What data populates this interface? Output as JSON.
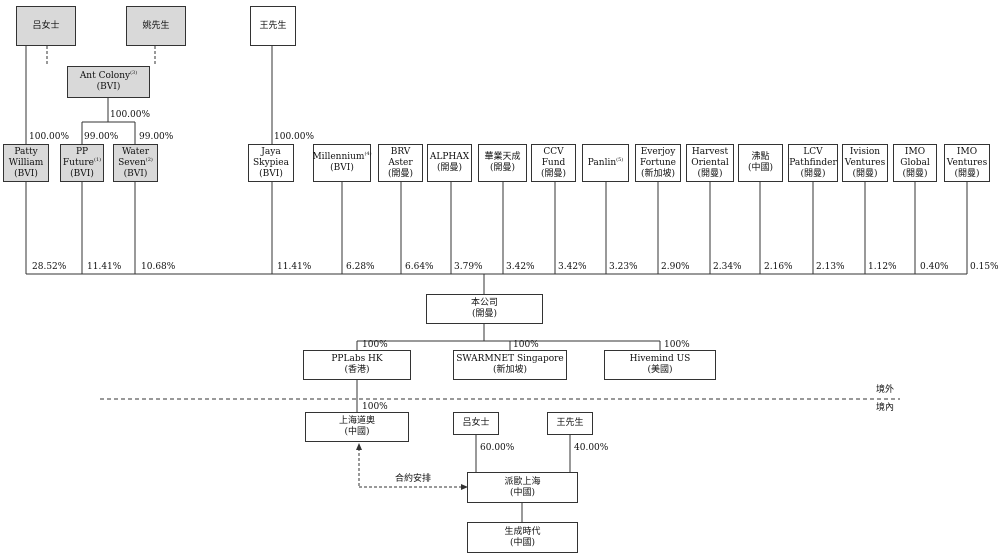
{
  "persons": {
    "lv": "吕女士",
    "yao": "姚先生",
    "wang": "王先生"
  },
  "ant_colony": {
    "name": "Ant Colony",
    "note": "(3)",
    "place": "(BVI)",
    "pct": "100.00%"
  },
  "direct_pcts": {
    "lv_patty": "100.00%",
    "pp_future": "99.00%",
    "water_seven": "99.00%",
    "wang_jaya": "100.00%"
  },
  "shareholders": [
    {
      "lines": [
        "Patty",
        "William",
        "(BVI)"
      ],
      "note": "",
      "pct": "28.52%"
    },
    {
      "lines": [
        "PP",
        "Future",
        "(BVI)"
      ],
      "note": "(1)",
      "pct": "11.41%"
    },
    {
      "lines": [
        "Water",
        "Seven",
        "(BVI)"
      ],
      "note": "(2)",
      "pct": "10.68%"
    },
    {
      "lines": [
        "Jaya",
        "Skypiea",
        "(BVI)"
      ],
      "note": "",
      "pct": "11.41%"
    },
    {
      "lines": [
        "Millennium",
        "(BVI)"
      ],
      "note": "(4)",
      "pct": "6.28%"
    },
    {
      "lines": [
        "BRV",
        "Aster",
        "(開曼)"
      ],
      "note": "",
      "pct": "6.64%"
    },
    {
      "lines": [
        "ALPHAX",
        "(開曼)"
      ],
      "note": "",
      "pct": "3.79%"
    },
    {
      "lines": [
        "華業天成",
        "(開曼)"
      ],
      "note": "",
      "pct": "3.42%"
    },
    {
      "lines": [
        "CCV",
        "Fund",
        "(開曼)"
      ],
      "note": "",
      "pct": "3.42%"
    },
    {
      "lines": [
        "Panlin"
      ],
      "note": "(5)",
      "pct": "3.23%"
    },
    {
      "lines": [
        "Everjoy",
        "Fortune",
        "(新加坡)"
      ],
      "note": "",
      "pct": "2.90%"
    },
    {
      "lines": [
        "Harvest",
        "Oriental",
        "(開曼)"
      ],
      "note": "",
      "pct": "2.34%"
    },
    {
      "lines": [
        "沸點",
        "(中國)"
      ],
      "note": "",
      "pct": "2.16%"
    },
    {
      "lines": [
        "LCV",
        "Pathfinder",
        "(開曼)"
      ],
      "note": "",
      "pct": "2.13%"
    },
    {
      "lines": [
        "Ivision",
        "Ventures",
        "(開曼)"
      ],
      "note": "",
      "pct": "1.12%"
    },
    {
      "lines": [
        "IMO",
        "Global",
        "(開曼)"
      ],
      "note": "",
      "pct": "0.40%"
    },
    {
      "lines": [
        "IMO",
        "Ventures",
        "(開曼)"
      ],
      "note": "",
      "pct": "0.15%"
    }
  ],
  "company": {
    "name": "本公司",
    "place": "(開曼)"
  },
  "subsidiaries": [
    {
      "name": "PPLabs HK",
      "place": "(香港)",
      "pct": "100%"
    },
    {
      "name": "SWARMNET Singapore",
      "place": "(新加坡)",
      "pct": "100%"
    },
    {
      "name": "Hivemind US",
      "place": "(美國)",
      "pct": "100%"
    }
  ],
  "border": {
    "outside": "境外",
    "inside": "境內"
  },
  "domestic": {
    "shanghai_daoao": {
      "name": "上海道奧",
      "place": "(中國)",
      "pct": "100%"
    },
    "lv": "吕女士",
    "wang": "王先生",
    "lv_pct": "60.00%",
    "wang_pct": "40.00%",
    "contract": "合約安排",
    "paiou": {
      "name": "派歐上海",
      "place": "(中國)"
    },
    "shengcheng": {
      "name": "生成時代",
      "place": "(中國)"
    }
  }
}
